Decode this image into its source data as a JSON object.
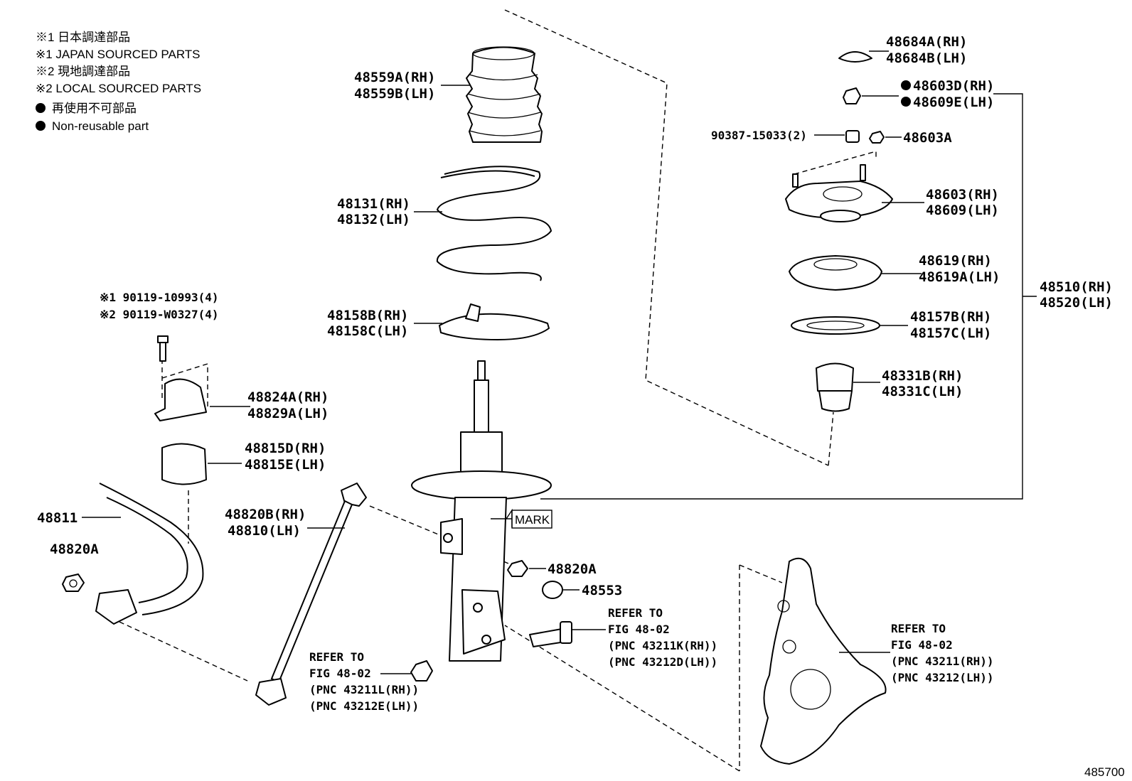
{
  "legend": {
    "line1": "※1 日本調達部品",
    "line2": "※1 JAPAN SOURCED PARTS",
    "line3": "※2 現地調達部品",
    "line4": "※2 LOCAL SOURCED PARTS",
    "line5": "再使用不可部品",
    "line6": "Non-reusable part"
  },
  "labels": {
    "p48559a": "48559A(RH)",
    "p48559b": "48559B(LH)",
    "p48131": "48131(RH)",
    "p48132": "48132(LH)",
    "p48158b": "48158B(RH)",
    "p48158c": "48158C(LH)",
    "p90119a": "※1 90119-10993(4)",
    "p90119b": "※2 90119-W0327(4)",
    "p48824a": "48824A(RH)",
    "p48829a": "48829A(LH)",
    "p48815d": "48815D(RH)",
    "p48815e": "48815E(LH)",
    "p48811": "48811",
    "p48820a_left": "48820A",
    "p48820b": "48820B(RH)",
    "p48810": "48810(LH)",
    "mark": "MARK",
    "p48820a_mid": "48820A",
    "p48553": "48553",
    "p48684a": "48684A(RH)",
    "p48684b": "48684B(LH)",
    "p48603d": "48603D(RH)",
    "p48609e": "48609E(LH)",
    "p90387": "90387-15033(2)",
    "p48603a": "48603A",
    "p48603": "48603(RH)",
    "p48609": "48609(LH)",
    "p48619": "48619(RH)",
    "p48619a": "48619A(LH)",
    "p48157b": "48157B(RH)",
    "p48157c": "48157C(LH)",
    "p48331b": "48331B(RH)",
    "p48331c": "48331C(LH)",
    "p48510": "48510(RH)",
    "p48520": "48520(LH)",
    "fig_id": "485700"
  },
  "refs": {
    "knuckle_bolt": {
      "l1": "REFER TO",
      "l2": "FIG 48-02",
      "l3": "(PNC 43211K(RH))",
      "l4": "(PNC 43212D(LH))"
    },
    "lower_nut": {
      "l1": "REFER TO",
      "l2": "FIG 48-02",
      "l3": "(PNC 43211L(RH))",
      "l4": "(PNC 43212E(LH))"
    },
    "knuckle": {
      "l1": "REFER TO",
      "l2": "FIG 48-02",
      "l3": "(PNC 43211(RH))",
      "l4": "(PNC 43212(LH))"
    }
  }
}
